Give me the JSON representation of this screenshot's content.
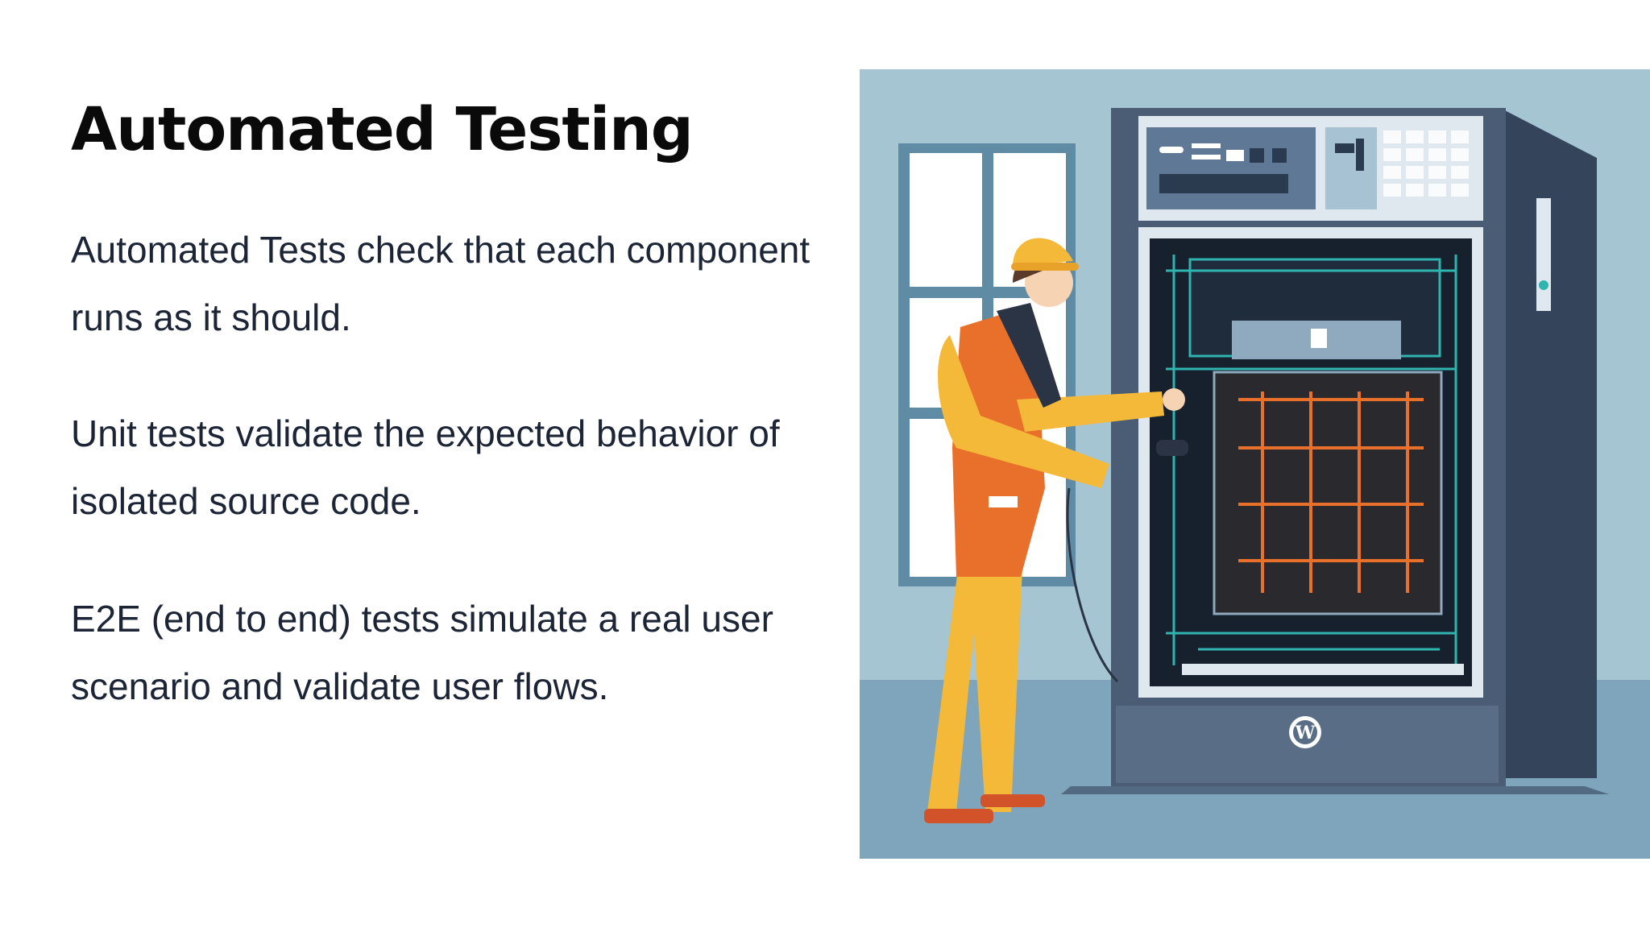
{
  "slide": {
    "title": "Automated Testing",
    "paragraphs": [
      "Automated Tests check that each component runs as it should.",
      "Unit tests validate the expected behavior of isolated source code.",
      "E2E (end to end) tests simulate a real user scenario and validate user flows."
    ]
  },
  "illustration": {
    "icon": "wordpress-logo-icon",
    "colors": {
      "wall": "#a6c5d3",
      "floor": "#7fa5bd",
      "cabinet": "#4b5d75",
      "cabinet_dark": "#34455b",
      "vest": "#e8702a",
      "shirt": "#f5b93a",
      "hardhat": "#f5b93a",
      "wire_orange": "#e8702a",
      "wire_teal": "#2fb4b0"
    }
  }
}
